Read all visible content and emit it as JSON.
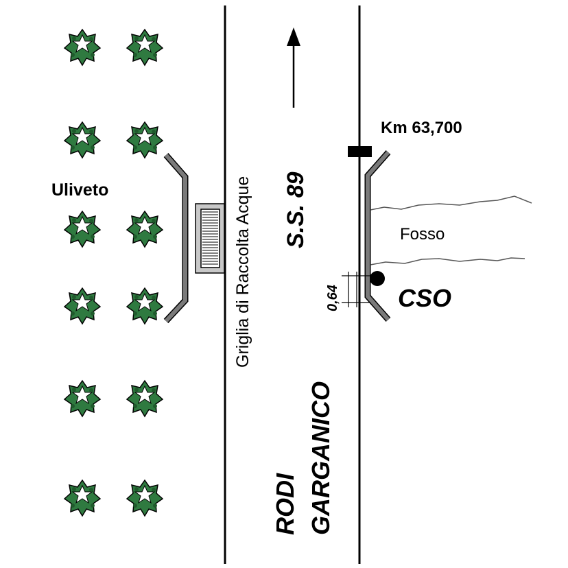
{
  "labels": {
    "olive_grove": "Uliveto",
    "grate": "Griglia di Raccolta Acque",
    "road": "S.S. 89",
    "kilometre": "Km 63,700",
    "ditch": "Fosso",
    "site": "CSO",
    "distance": "0,64",
    "town_line1": "RODI",
    "town_line2": "GARGANICO"
  },
  "colors": {
    "line": "#000000",
    "barrier": "#7a7a7a",
    "tree_fill": "#2f7a40",
    "tree_outline": "#000000",
    "grate_fill": "#c8c8c8"
  },
  "icons": {
    "tree": "olive-tree-icon",
    "arrow": "north-arrow-icon"
  }
}
